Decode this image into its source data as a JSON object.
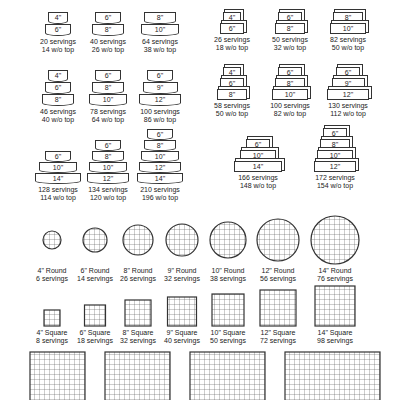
{
  "diagram": {
    "nodes": [
      {
        "text": [
          "4\""
        ]
      },
      {
        "text": [
          "6\""
        ]
      },
      {
        "text": [
          "6\""
        ]
      },
      {
        "text": [
          "8\""
        ]
      },
      {
        "text": [
          "8\""
        ]
      },
      {
        "text": [
          "10\""
        ]
      },
      {
        "text": [
          "4\""
        ]
      },
      {
        "text": [
          "6\""
        ]
      },
      {
        "text": [
          "8\""
        ]
      },
      {
        "text": [
          "6\""
        ]
      },
      {
        "text": [
          "8\""
        ]
      },
      {
        "text": [
          "10\""
        ]
      },
      {
        "text": [
          "6\""
        ]
      },
      {
        "text": [
          "9\""
        ]
      },
      {
        "text": [
          "12\""
        ]
      },
      {
        "text": [
          "6\""
        ]
      },
      {
        "text": [
          "10\""
        ]
      },
      {
        "text": [
          "14\""
        ]
      },
      {
        "text": [
          "6\""
        ]
      },
      {
        "text": [
          "8\""
        ]
      },
      {
        "text": [
          "10\""
        ]
      },
      {
        "text": [
          "12\""
        ]
      },
      {
        "text": [
          "6\""
        ]
      },
      {
        "text": [
          "8\""
        ]
      },
      {
        "text": [
          "10\""
        ]
      },
      {
        "text": [
          "12\""
        ]
      },
      {
        "text": [
          "14\""
        ]
      },
      {
        "text": [
          "4\""
        ]
      },
      {
        "text": [
          "6\""
        ]
      },
      {
        "text": [
          "6\""
        ]
      },
      {
        "text": [
          "8\""
        ]
      },
      {
        "text": [
          "8\""
        ]
      },
      {
        "text": [
          "10\""
        ]
      },
      {
        "text": [
          "4\""
        ]
      },
      {
        "text": [
          "6\""
        ]
      },
      {
        "text": [
          "8\""
        ]
      },
      {
        "text": [
          "6\""
        ]
      },
      {
        "text": [
          "8\""
        ]
      },
      {
        "text": [
          "10\""
        ]
      },
      {
        "text": [
          "6\""
        ]
      },
      {
        "text": [
          "9\""
        ]
      },
      {
        "text": [
          "12\""
        ]
      },
      {
        "text": [
          "6\""
        ]
      },
      {
        "text": [
          "10\""
        ]
      },
      {
        "text": [
          "14\""
        ]
      },
      {
        "text": [
          "6\""
        ]
      },
      {
        "text": [
          "8\""
        ]
      },
      {
        "text": [
          "10\""
        ]
      },
      {
        "text": [
          "12\""
        ]
      }
    ],
    "labels": [
      "20 servings",
      "14 w/o top",
      "40 servings",
      "26 w/o top",
      "64 servings",
      "38 w/o top",
      "46 servings",
      "40 w/o top",
      "78 servings",
      "64 w/o top",
      "100 servings",
      "86 w/o top",
      "128 servings",
      "114 w/o top",
      "134 servings",
      "120 w/o top",
      "210 servings",
      "196 w/o top",
      "26 servings",
      "18 w/o top",
      "50 servings",
      "32 w/o top",
      "82 servings",
      "50 w/o top",
      "58 servings",
      "50 w/o top",
      "100 servings",
      "82 w/o top",
      "130 servings",
      "112 w/o top",
      "166 servings",
      "148 w/o top",
      "172 servings",
      "154 w/o top",
      "4\" Round",
      "6 servings",
      "6\" Round",
      "14 servings",
      "8\" Round",
      "26 servings",
      "9\" Round",
      "32 servings",
      "10\" Round",
      "38 servings",
      "12\" Round",
      "56 servings",
      "14\" Round",
      "76 servings",
      "4\" Square",
      "8 servings",
      "6\" Square",
      "18 servings",
      "8\" Square",
      "32 servings",
      "9\" Square",
      "40 servings",
      "10\" Square",
      "50 servings",
      "12\" Square",
      "72 servings",
      "14\" Square",
      "98 servings"
    ]
  }
}
